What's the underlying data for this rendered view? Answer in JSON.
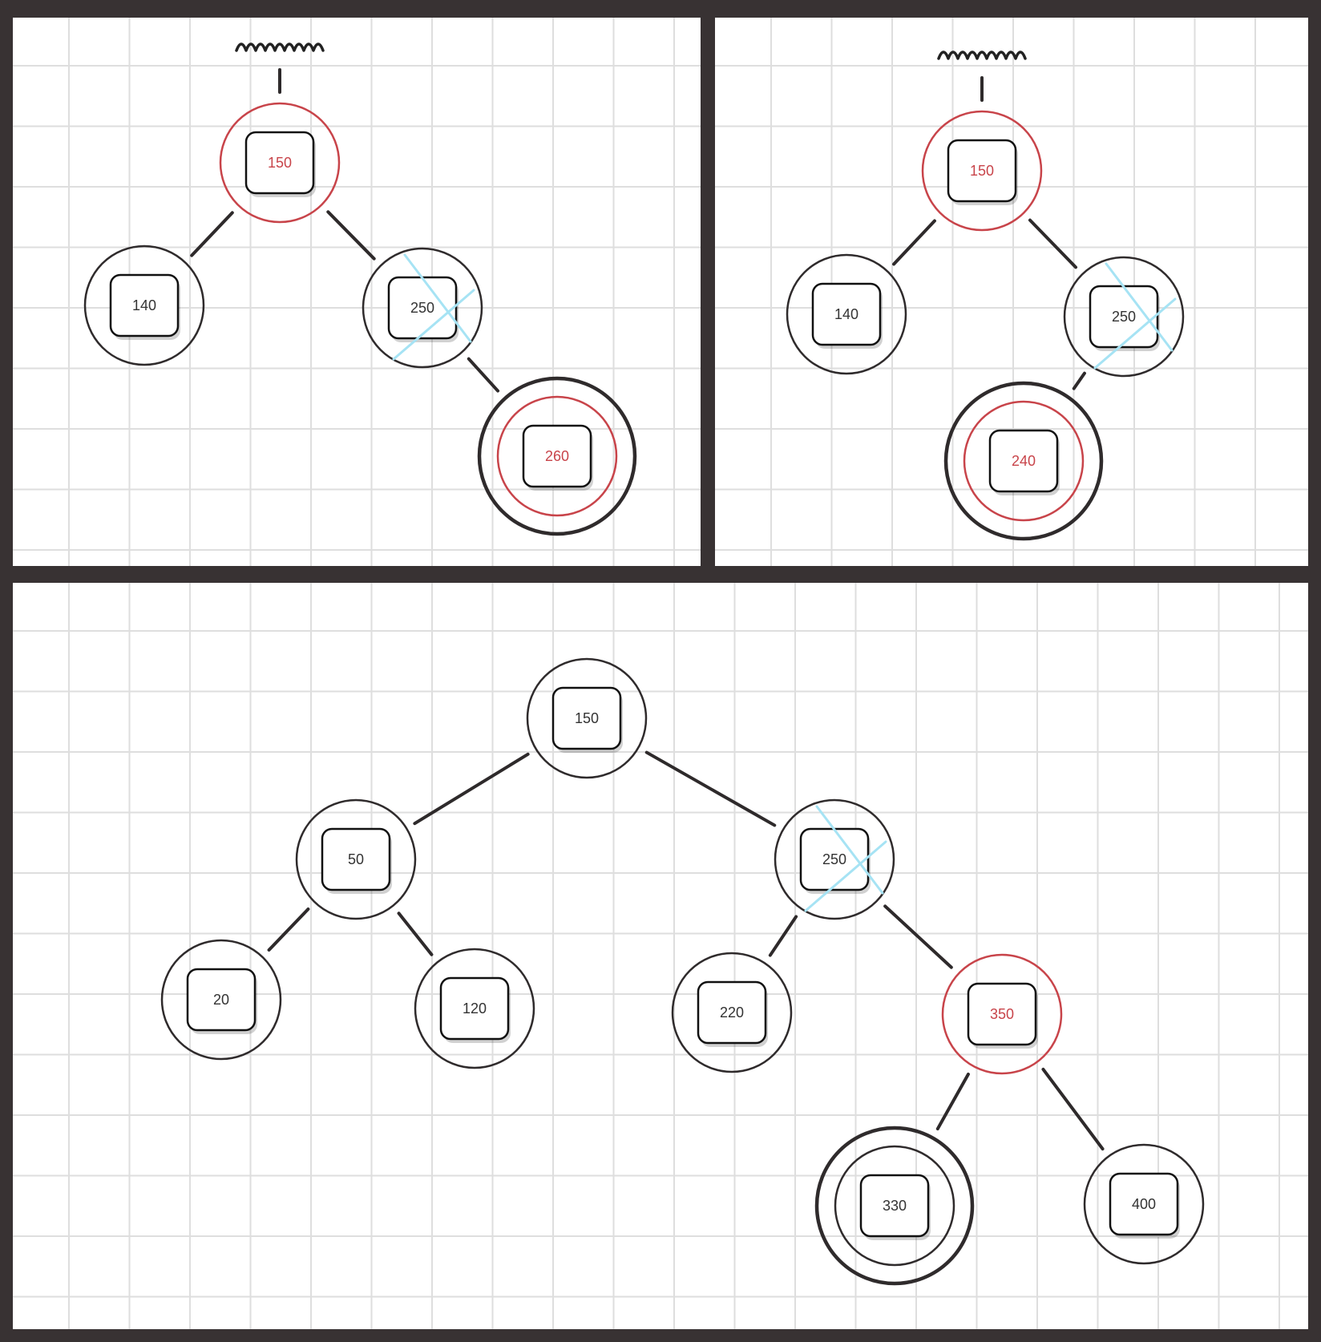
{
  "colors": {
    "frame": "#383233",
    "grid": "#dedede",
    "ink": "#2f2b2c",
    "highlight": "#c8444a",
    "strike": "#a6e3f4"
  },
  "panels": [
    {
      "id": "top-left-tree",
      "nodes": [
        {
          "id": "n150",
          "label": "150",
          "style": "red",
          "marker": "squiggle"
        },
        {
          "id": "n140",
          "label": "140",
          "style": "normal"
        },
        {
          "id": "n250",
          "label": "250",
          "style": "normal",
          "crossed": true
        },
        {
          "id": "n260",
          "label": "260",
          "style": "red-double"
        }
      ],
      "edges": [
        [
          "n150",
          "n140"
        ],
        [
          "n150",
          "n250"
        ],
        [
          "n250",
          "n260"
        ]
      ]
    },
    {
      "id": "top-right-tree",
      "nodes": [
        {
          "id": "n150",
          "label": "150",
          "style": "red",
          "marker": "squiggle"
        },
        {
          "id": "n140",
          "label": "140",
          "style": "normal"
        },
        {
          "id": "n250",
          "label": "250",
          "style": "normal",
          "crossed": true
        },
        {
          "id": "n240",
          "label": "240",
          "style": "red-double"
        }
      ],
      "edges": [
        [
          "n150",
          "n140"
        ],
        [
          "n150",
          "n250"
        ],
        [
          "n250",
          "n240"
        ]
      ]
    },
    {
      "id": "bottom-tree",
      "nodes": [
        {
          "id": "n150",
          "label": "150",
          "style": "normal"
        },
        {
          "id": "n50",
          "label": "50",
          "style": "normal"
        },
        {
          "id": "n250",
          "label": "250",
          "style": "normal",
          "crossed": true
        },
        {
          "id": "n20",
          "label": "20",
          "style": "normal"
        },
        {
          "id": "n120",
          "label": "120",
          "style": "normal"
        },
        {
          "id": "n220",
          "label": "220",
          "style": "normal"
        },
        {
          "id": "n350",
          "label": "350",
          "style": "red"
        },
        {
          "id": "n330",
          "label": "330",
          "style": "double"
        },
        {
          "id": "n400",
          "label": "400",
          "style": "normal"
        }
      ],
      "edges": [
        [
          "n150",
          "n50"
        ],
        [
          "n150",
          "n250"
        ],
        [
          "n50",
          "n20"
        ],
        [
          "n50",
          "n120"
        ],
        [
          "n250",
          "n220"
        ],
        [
          "n250",
          "n350"
        ],
        [
          "n350",
          "n330"
        ],
        [
          "n350",
          "n400"
        ]
      ]
    }
  ]
}
